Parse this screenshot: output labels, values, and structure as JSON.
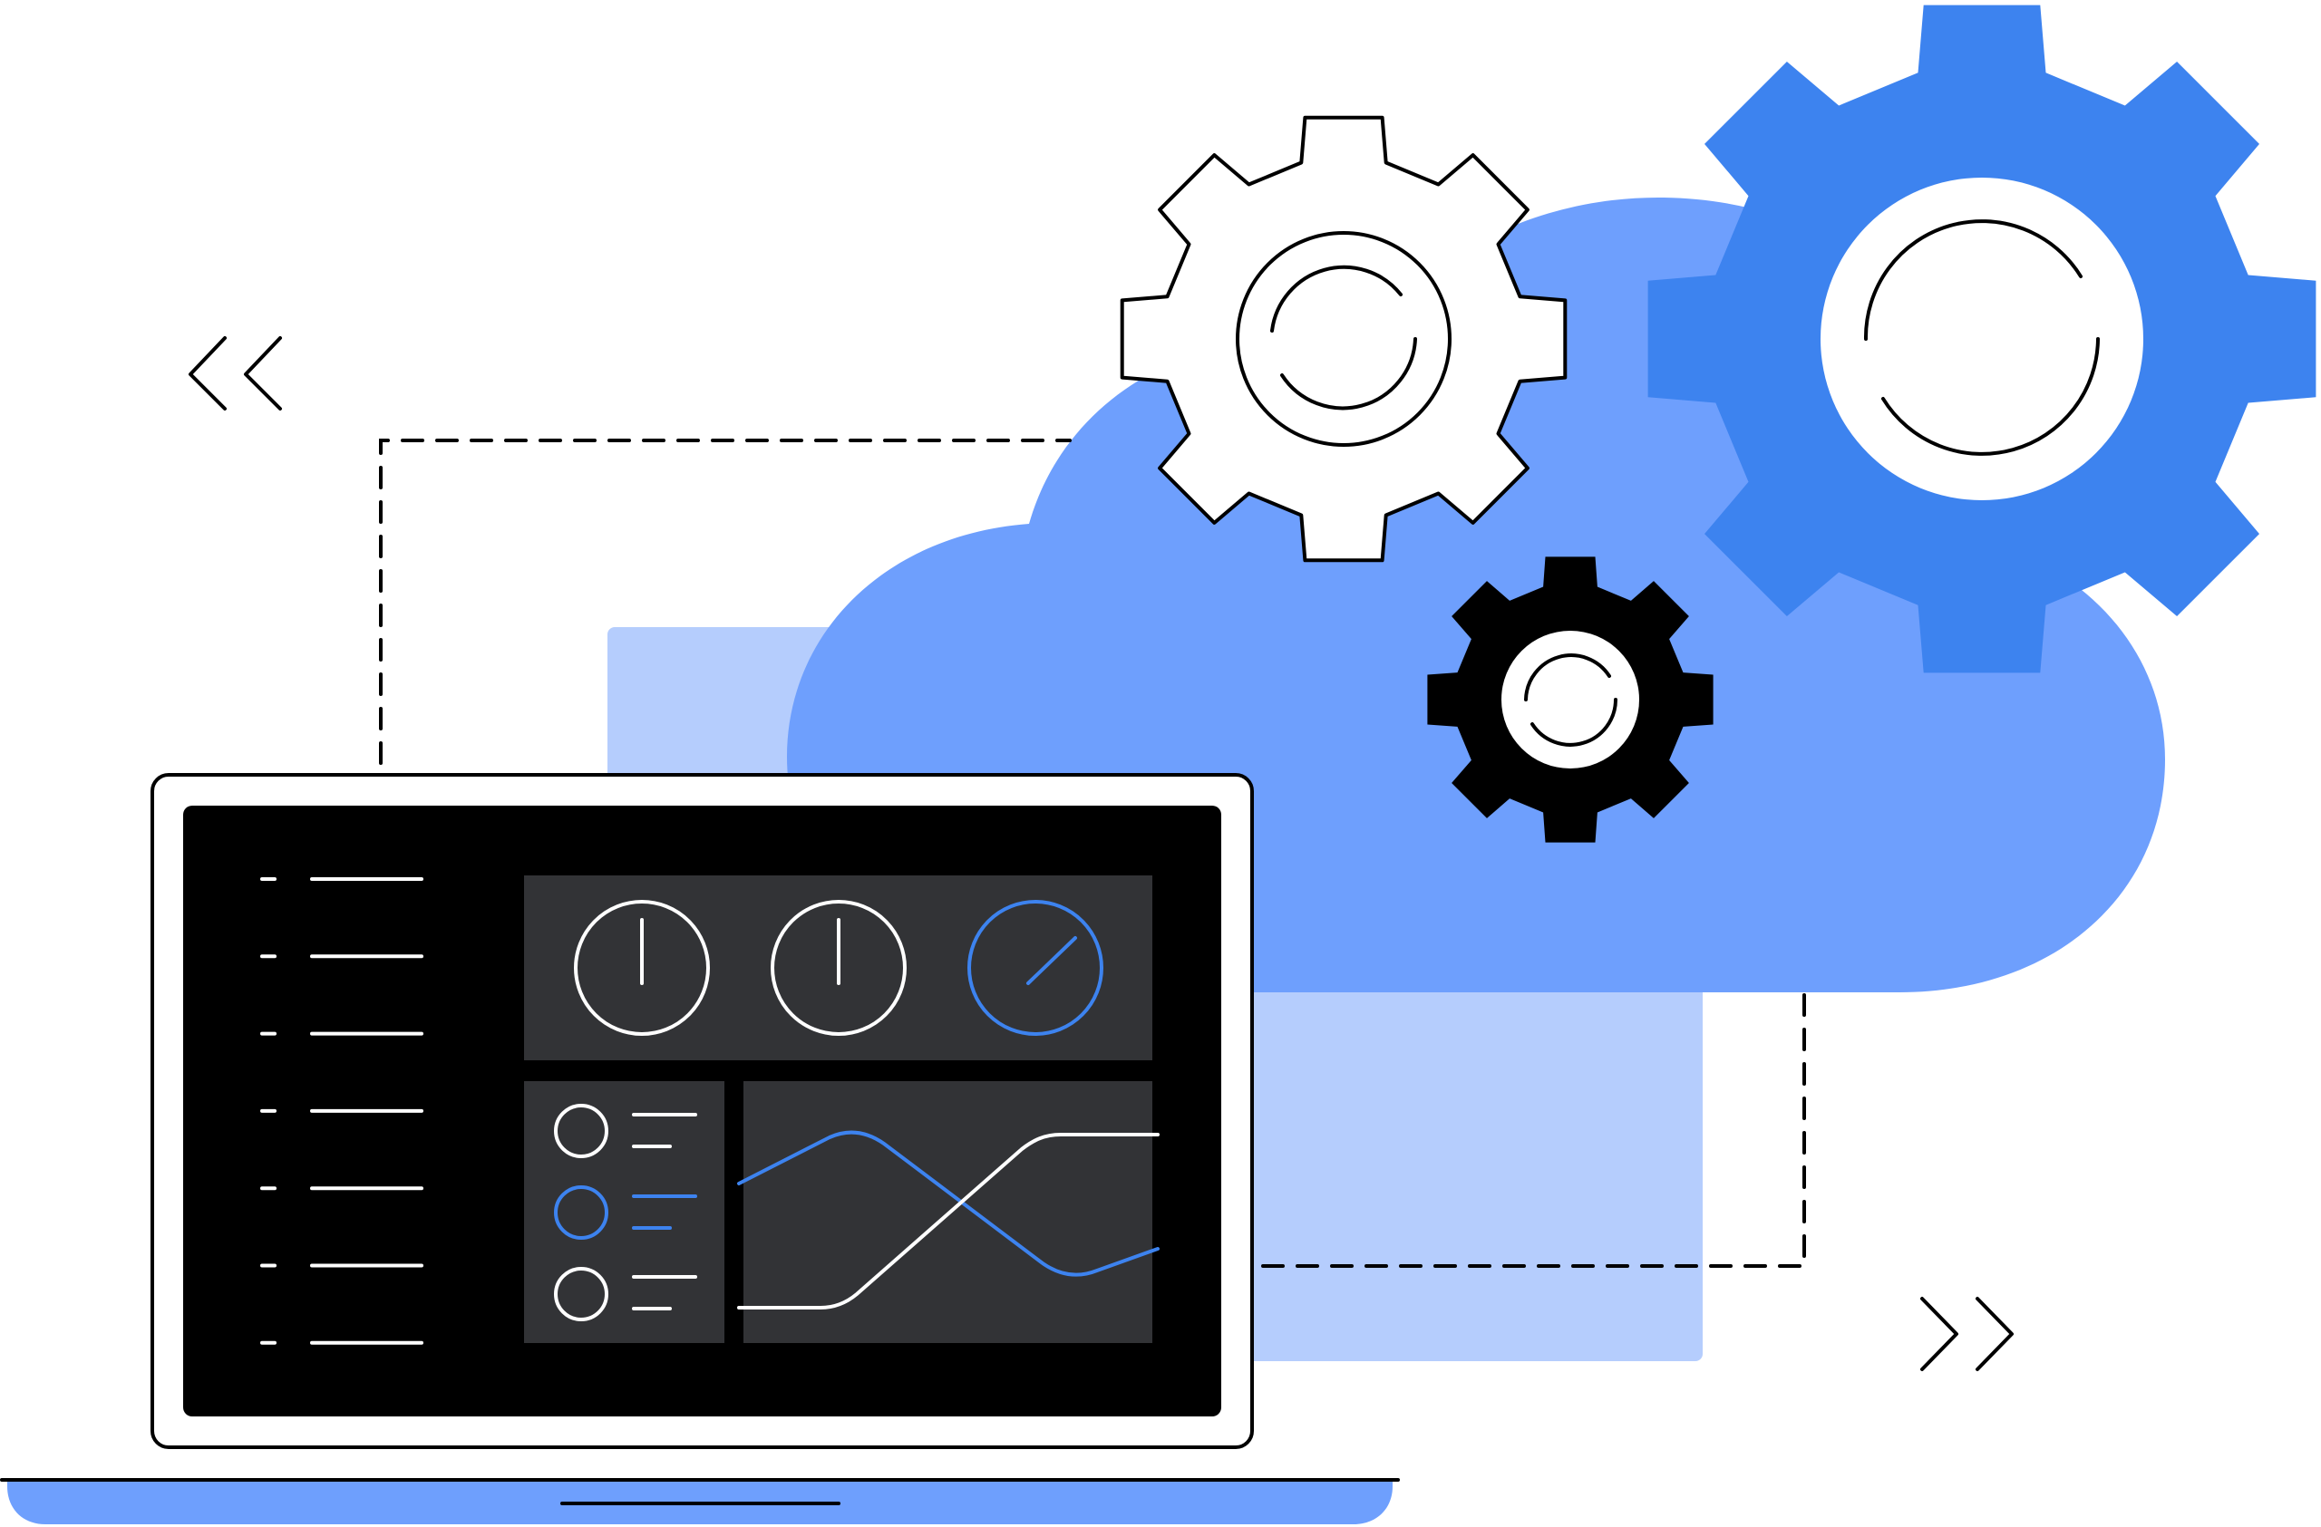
{
  "illustration": {
    "subject": "cloud-computing-dashboard",
    "colors": {
      "background": "#ffffff",
      "cloud": "#6e9ffd",
      "panel_light": "#b5cdfd",
      "gear_blue": "#3d83ef",
      "ink": "#000000",
      "screen": "#000000",
      "widget_bg": "#323336",
      "line_white": "#ffffff",
      "accent": "#3d83ef",
      "laptop_base": "#6e9ffd"
    },
    "icons": [
      "double-chevron-left-icon",
      "double-chevron-right-icon",
      "gear-outline-icon",
      "gear-blue-icon",
      "gear-black-icon",
      "cloud-icon",
      "laptop-icon",
      "power-dial-icon",
      "radio-circle-icon",
      "line-chart-icon"
    ],
    "dashboard": {
      "menu_item_count": 7,
      "dials": [
        {
          "state": "off",
          "color": "#ffffff"
        },
        {
          "state": "off",
          "color": "#ffffff"
        },
        {
          "state": "active",
          "color": "#3d83ef"
        }
      ],
      "options": [
        {
          "selected": false
        },
        {
          "selected": true
        },
        {
          "selected": false
        }
      ],
      "chart_series": [
        {
          "color": "#3d83ef",
          "trend": "down"
        },
        {
          "color": "#ffffff",
          "trend": "up"
        }
      ]
    }
  }
}
